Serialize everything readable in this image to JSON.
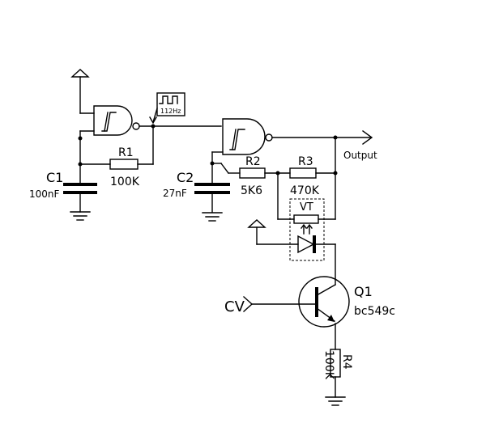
{
  "diagram": {
    "oscillator_frequency": "112Hz",
    "output_label": "Output",
    "components": {
      "c1": {
        "name": "C1",
        "value": "100nF"
      },
      "r1": {
        "name": "R1",
        "value": "100K"
      },
      "c2": {
        "name": "C2",
        "value": "27nF"
      },
      "r2": {
        "name": "R2",
        "value": "5K6"
      },
      "r3": {
        "name": "R3",
        "value": "470K"
      },
      "vt": {
        "name": "VT"
      },
      "q1": {
        "name": "Q1",
        "value": "bc549c"
      },
      "r4": {
        "name": "R4",
        "value": "100K"
      }
    },
    "cv_label": "CV"
  }
}
